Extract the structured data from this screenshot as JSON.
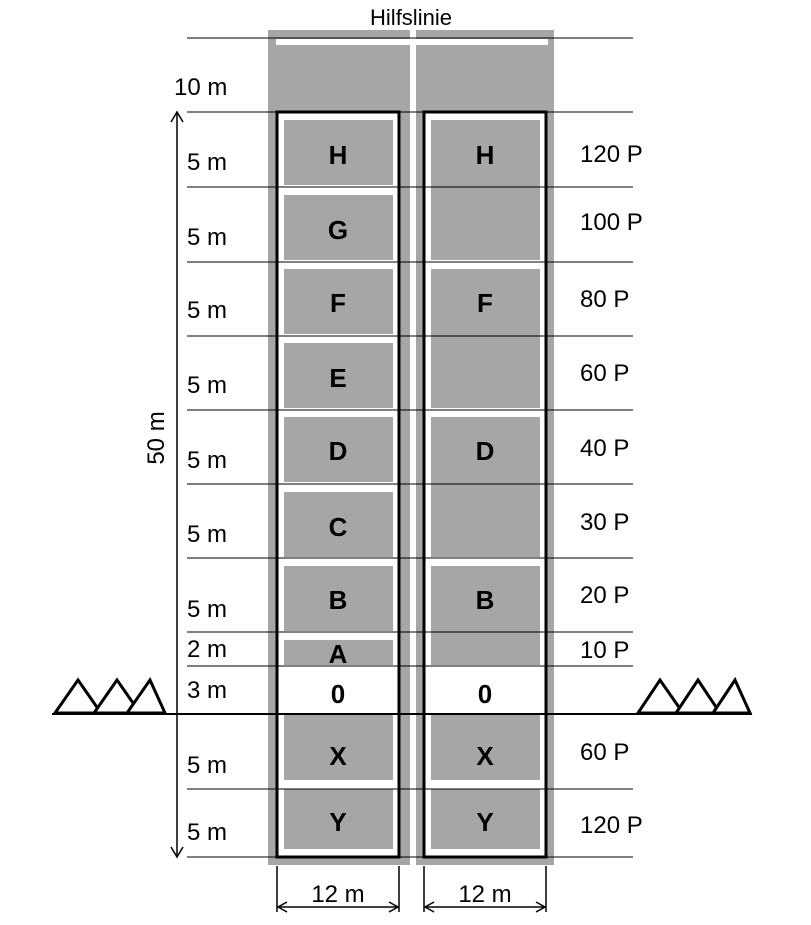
{
  "title": "Hilfslinie",
  "total_length": "50 m",
  "top_extra": "10 m",
  "widths": [
    "12 m",
    "12 m"
  ],
  "rows": [
    {
      "dist": "5 m",
      "points": "120 P"
    },
    {
      "dist": "5 m",
      "points": "100 P"
    },
    {
      "dist": "5 m",
      "points": "80 P"
    },
    {
      "dist": "5 m",
      "points": "60 P"
    },
    {
      "dist": "5 m",
      "points": "40 P"
    },
    {
      "dist": "5 m",
      "points": "30 P"
    },
    {
      "dist": "5 m",
      "points": "20 P"
    },
    {
      "dist": "2 m",
      "points": "10 P"
    },
    {
      "dist": "3 m",
      "points": ""
    },
    {
      "dist": "5 m",
      "points": "60 P"
    },
    {
      "dist": "5 m",
      "points": "120 P"
    }
  ],
  "left_zones": [
    "H",
    "G",
    "F",
    "E",
    "D",
    "C",
    "B",
    "A",
    "0",
    "X",
    "Y"
  ],
  "right_zones": [
    "H",
    "F",
    "D",
    "B",
    "0",
    "X",
    "Y"
  ],
  "colors": {
    "zone_fill": "#a6a6a6",
    "background": "#ffffff",
    "line": "#000000"
  }
}
